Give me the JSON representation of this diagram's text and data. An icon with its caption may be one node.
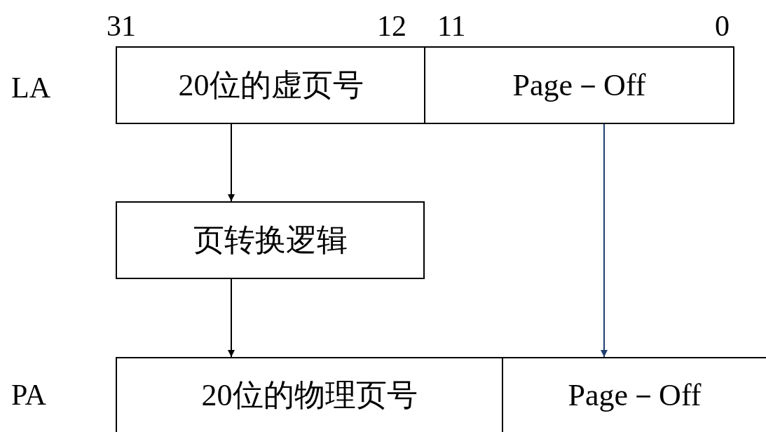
{
  "diagram": {
    "nodes": [
      {
        "text": [
          "20位的虚页号"
        ]
      },
      {
        "text": [
          "Page－Off"
        ]
      },
      {
        "text": [
          "页转换逻辑"
        ]
      },
      {
        "text": [
          "20位的物理页号"
        ]
      },
      {
        "text": [
          "Page－Off"
        ]
      }
    ],
    "edges": [
      {
        "from": 0,
        "to": 2,
        "arrow": "to"
      },
      {
        "from": 2,
        "to": 3,
        "arrow": "to"
      },
      {
        "from": 1,
        "to": 4,
        "arrow": "to",
        "color": "#1f3f6f"
      }
    ],
    "labels": [
      "31",
      "12",
      "11",
      "0",
      "LA",
      "PA"
    ]
  }
}
